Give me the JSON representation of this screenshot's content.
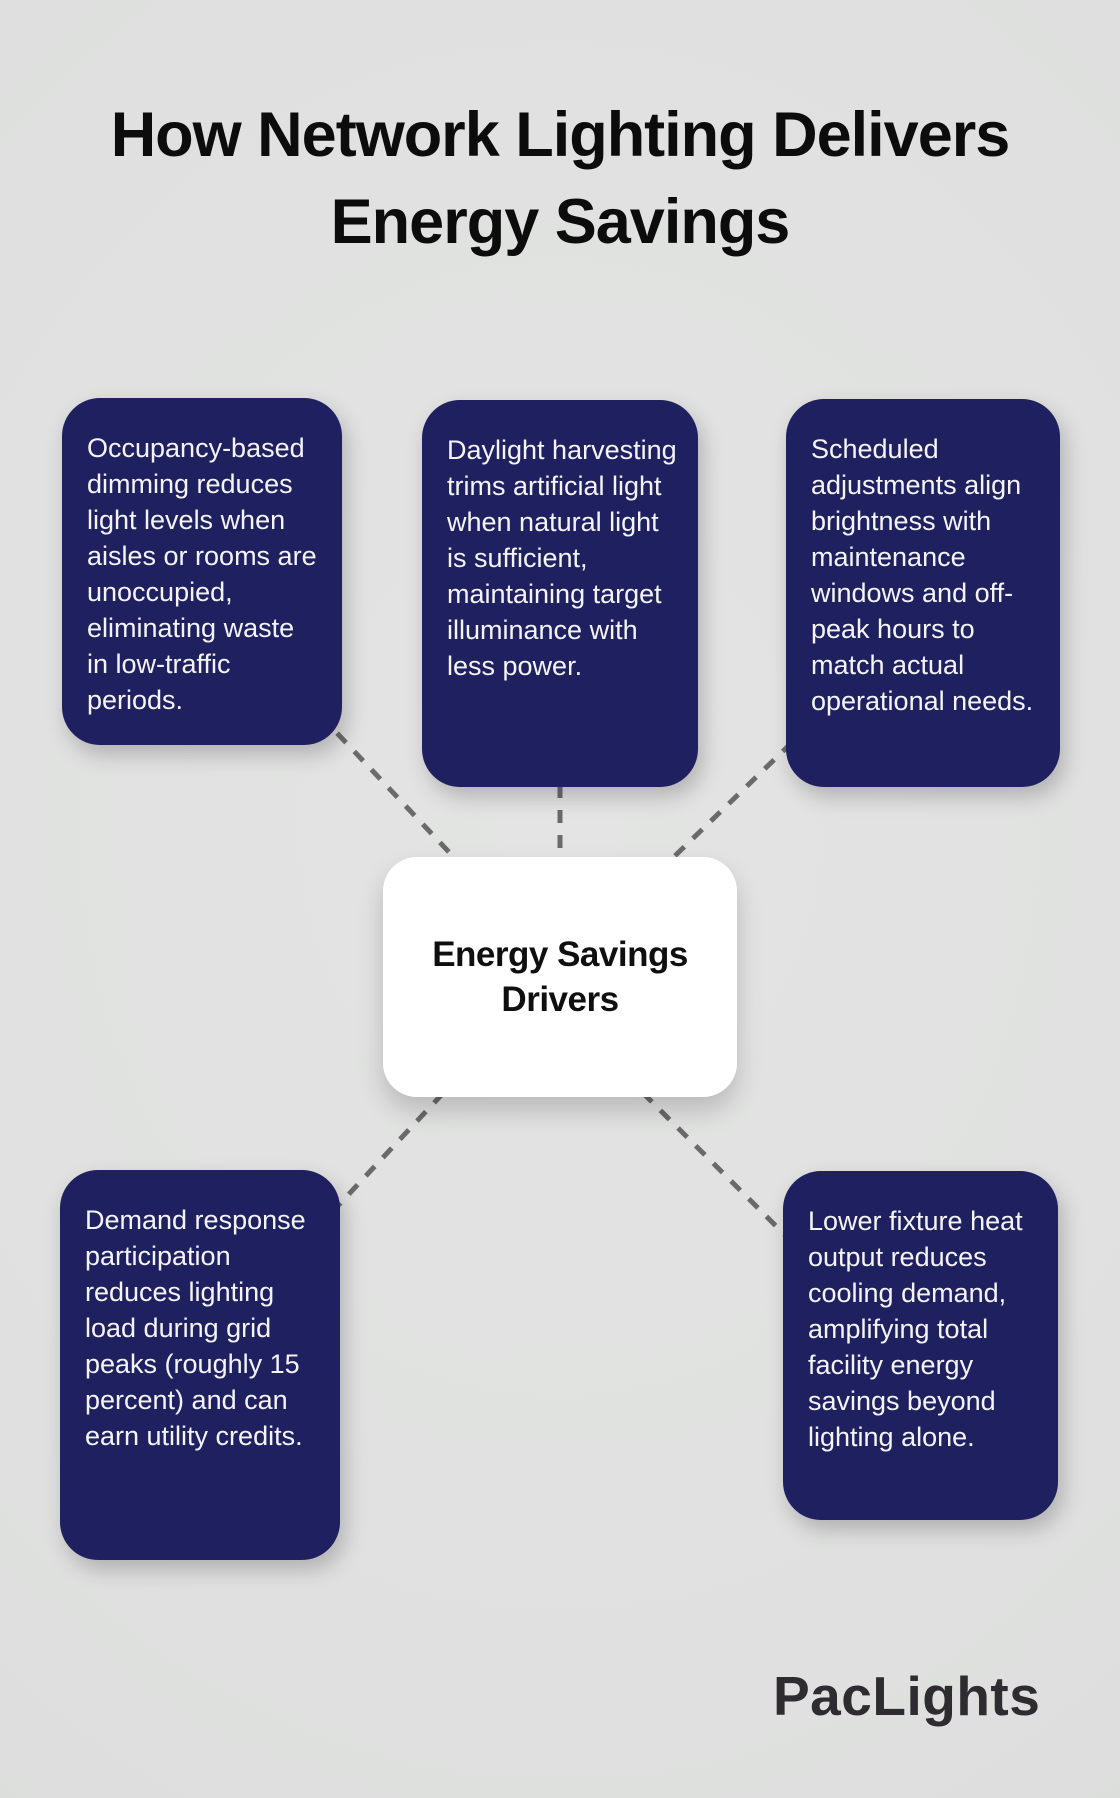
{
  "title": {
    "lines": [
      "How Network Lighting Delivers",
      "Energy Savings"
    ]
  },
  "center_node": {
    "label": "Energy Savings Drivers"
  },
  "driver_boxes": [
    {
      "id": "occupancy-dimming",
      "text": "Occupancy-based dimming reduces light levels when aisles or rooms are unoccupied, eliminating waste in low-traffic periods."
    },
    {
      "id": "daylight-harvesting",
      "text": "Daylight harvesting trims artificial light when natural light is sufficient, maintaining target illuminance with less power."
    },
    {
      "id": "scheduled-adjustments",
      "text": "Scheduled adjustments align brightness with maintenance windows and off-peak hours to match actual operational needs."
    },
    {
      "id": "demand-response",
      "text": "Demand response participation reduces lighting load during grid peaks (roughly 15 percent) and can earn utility credits."
    },
    {
      "id": "lower-heat-output",
      "text": "Lower fixture heat output reduces cooling demand, amplifying total facility energy savings beyond lighting alone."
    }
  ],
  "logo": {
    "text": "PacLights"
  },
  "colors": {
    "background": "#dfe0df",
    "driver_box_bg": "#1f2060",
    "driver_box_text": "#f4f4f8",
    "center_node_bg": "#ffffff",
    "title_text": "#0c0c0c",
    "connector_line": "#6a6a6a",
    "logo_text": "#2e2c30"
  }
}
